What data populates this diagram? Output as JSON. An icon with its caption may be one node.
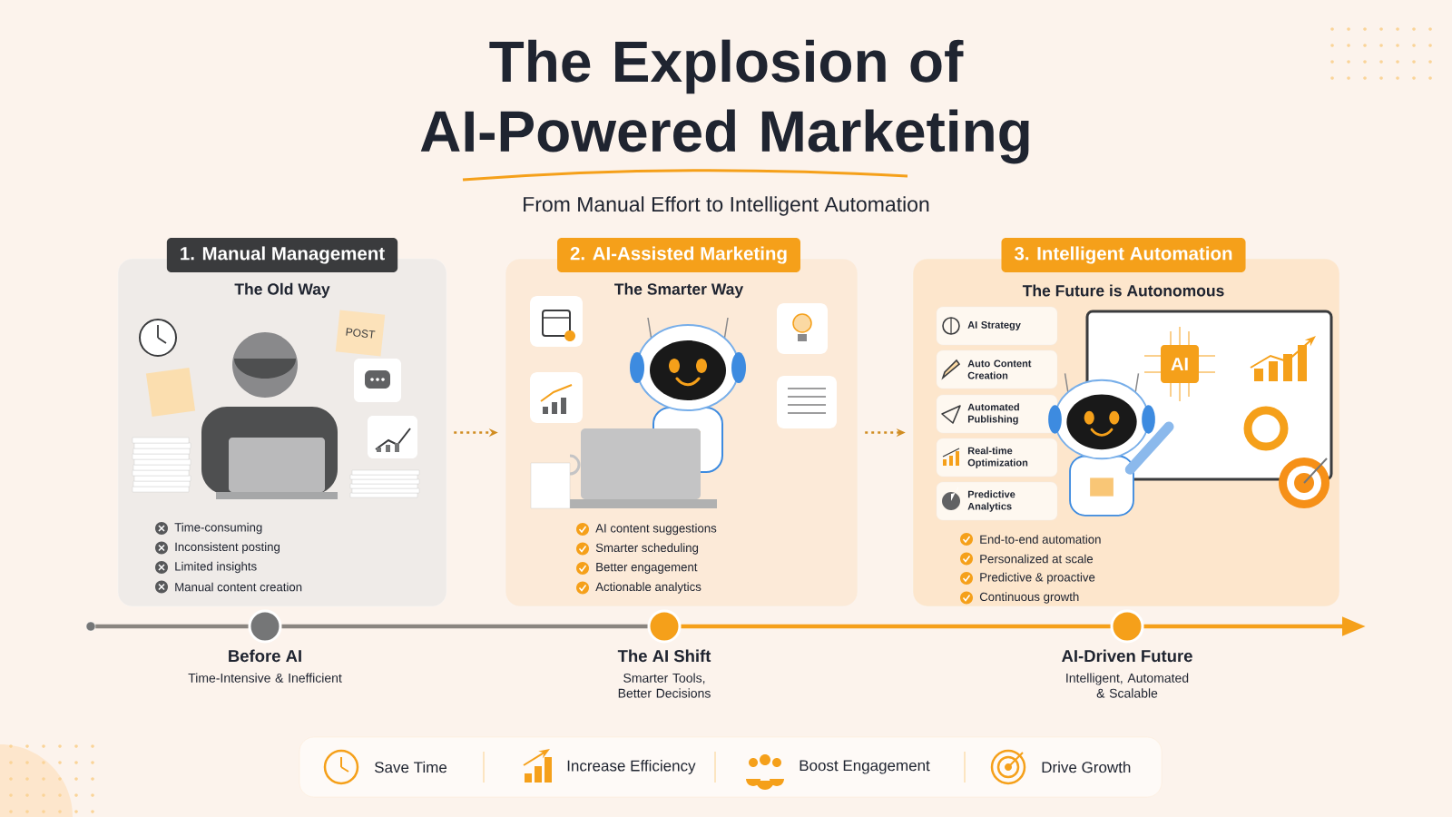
{
  "diagram": {
    "title": "The Explosion of AI-Powered Marketing",
    "caption": "From Manual Effort to Intelligent Automation",
    "nodes": [
      {
        "text": [
          "1. Manual Management",
          "The Old Way",
          "Time-consuming",
          "Inconsistent posting",
          "Limited insights",
          "Manual content creation"
        ]
      },
      {
        "text": [
          "2. AI-Assisted Marketing",
          "The Smarter Way",
          "AI content suggestions",
          "Smarter scheduling",
          "Better engagement",
          "Actionable analytics"
        ]
      },
      {
        "text": [
          "3. Intelligent Automation",
          "The Future is Autonomous",
          "End-to-end automation",
          "Personalized at scale",
          "Predictive & proactive",
          "Continuous growth"
        ]
      },
      {
        "text": [
          "AI Strategy"
        ],
        "in": 2
      },
      {
        "text": [
          "Auto Content Creation"
        ],
        "in": 2
      },
      {
        "text": [
          "Automated Publishing"
        ],
        "in": 2
      },
      {
        "text": [
          "Real-time Optimization"
        ],
        "in": 2
      },
      {
        "text": [
          "Predictive Analytics"
        ],
        "in": 2
      },
      {
        "text": [],
        "shape": "circle"
      },
      {
        "text": [
          "Before AI",
          "Time-Intensive & Inefficient"
        ]
      },
      {
        "text": [
          "The AI Shift",
          "Smarter Tools, Better Decisions"
        ]
      },
      {
        "text": [
          "AI-Driven Future",
          "Intelligent, Automated & Scalable"
        ]
      },
      {
        "text": [
          "Save Time",
          "Increase Efficiency",
          "Boost Engagement",
          "Drive Growth"
        ]
      }
    ],
    "edges": [
      {
        "from": 0,
        "to": 1,
        "arrow": "to",
        "style": "dashed"
      },
      {
        "from": 1,
        "to": 2,
        "arrow": "to",
        "style": "dashed"
      },
      {
        "from": 8,
        "to": 9,
        "arrow": "none",
        "color": "#8a8580"
      },
      {
        "from": 9,
        "to": 10,
        "arrow": "none",
        "color": "#8a8580"
      },
      {
        "from": 10,
        "to": 11,
        "arrow": "none",
        "color": "#f5a01a"
      },
      {
        "from": 11,
        "to": null,
        "arrow": "to",
        "color": "#f5a01a"
      }
    ],
    "labels": [
      "POST",
      "AI"
    ]
  }
}
